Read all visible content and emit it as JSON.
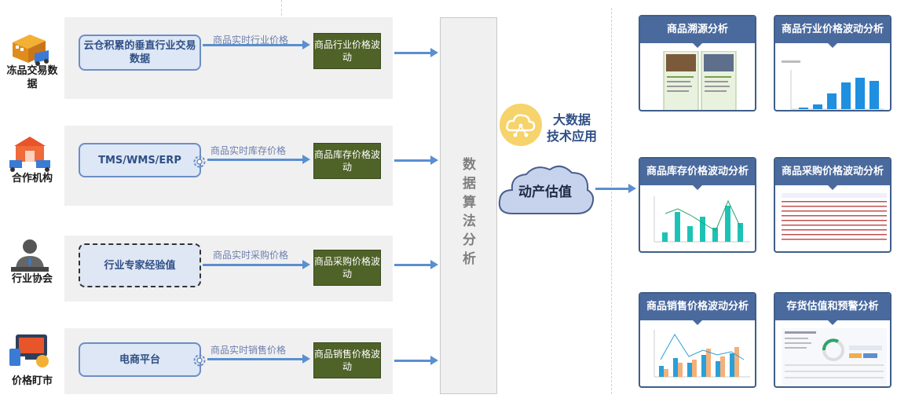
{
  "sources": [
    {
      "label": "冻品交易数据",
      "box": "云仓积累的垂直行业交易数据",
      "flow": "商品实时行业价格",
      "result": "商品行业价格波动"
    },
    {
      "label": "合作机构",
      "box": "TMS/WMS/ERP",
      "flow": "商品实时库存价格",
      "result": "商品库存价格波动"
    },
    {
      "label": "行业协会",
      "box": "行业专家经验值",
      "flow": "商品实时采购价格",
      "result": "商品采购价格波动"
    },
    {
      "label": "价格盯市",
      "box": "电商平台",
      "flow": "商品实时销售价格",
      "result": "商品销售价格波动"
    }
  ],
  "algorithm": {
    "label": "数据算法分析"
  },
  "bigdata": {
    "label": "大数据技术应用"
  },
  "cloud": {
    "label": "动产估值"
  },
  "outputs": [
    "商品溯源分析",
    "商品行业价格波动分析",
    "商品库存价格波动分析",
    "商品采购价格波动分析",
    "商品销售价格波动分析",
    "存货估值和预警分析"
  ],
  "colors": {
    "accent": "#5b8fd0",
    "green": "#4f6228",
    "card": "#4a6a9e"
  }
}
